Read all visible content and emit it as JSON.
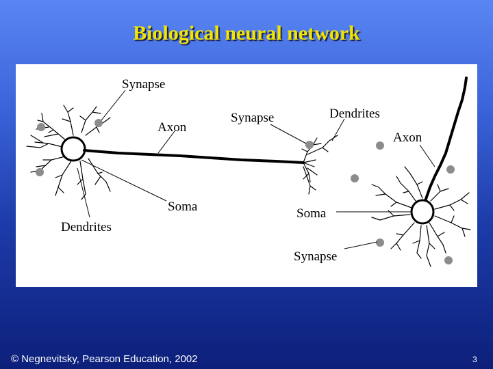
{
  "slide": {
    "title": "Biological neural network",
    "footer": "© Negnevitsky, Pearson Education, 2002",
    "page_number": "3"
  },
  "diagram": {
    "labels": {
      "synapse_top_left": "Synapse",
      "axon_left": "Axon",
      "synapse_middle": "Synapse",
      "dendrites_top_right": "Dendrites",
      "axon_right": "Axon",
      "soma_left": "Soma",
      "dendrites_bottom_left": "Dendrites",
      "soma_right": "Soma",
      "synapse_bottom": "Synapse"
    },
    "colors": {
      "title": "#f2e600",
      "panel_background": "#ffffff",
      "synapse_dot": "#8c8c8c",
      "line": "#000000"
    }
  }
}
